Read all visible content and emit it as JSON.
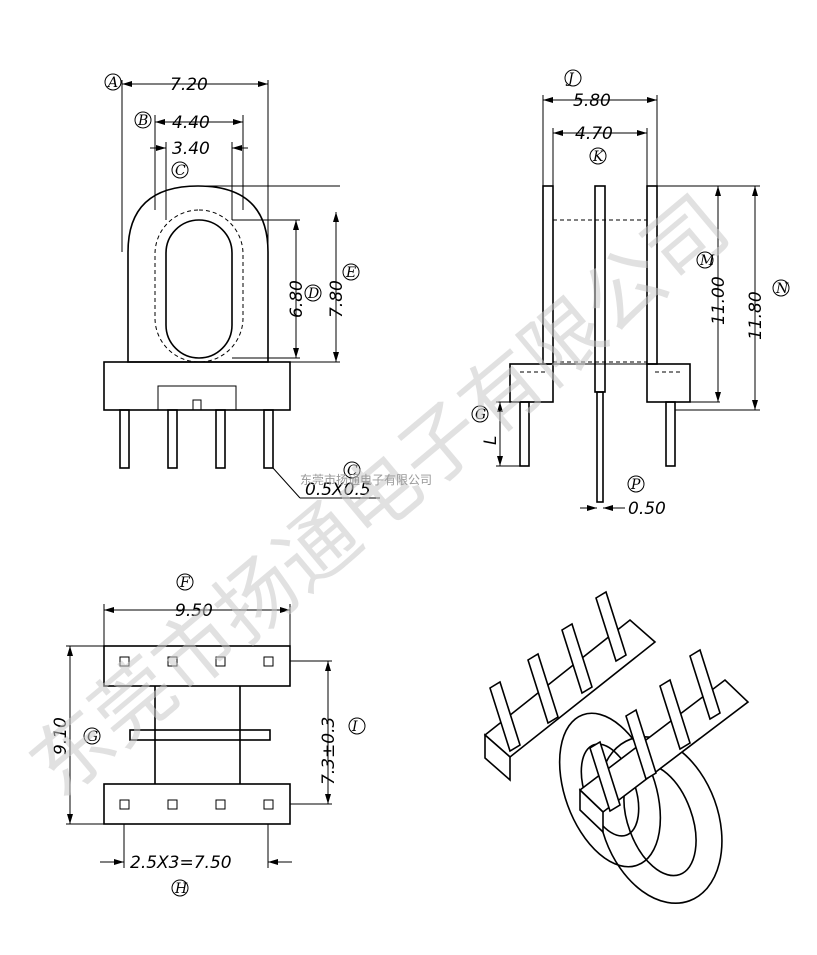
{
  "watermark": {
    "text": "东莞市扬通电子有限公司",
    "small_text": "东莞市扬通电子有限公司"
  },
  "top_left_view": {
    "dim_A": "7.20",
    "dim_B": "4.40",
    "dim_C": "3.40",
    "dim_D": "6.80",
    "dim_E": "7.80",
    "pin_size": "0.5X0.5",
    "labels": {
      "A": "A",
      "B": "B",
      "C": "C",
      "D": "D",
      "E": "E",
      "pin": "C"
    }
  },
  "top_right_view": {
    "dim_J": "5.80",
    "dim_K": "4.70",
    "dim_M": "11.00",
    "dim_N": "11.80",
    "dim_P": "0.50",
    "dim_L": "L",
    "labels": {
      "J": "J",
      "K": "K",
      "M": "M",
      "N": "N",
      "P": "P",
      "G": "G"
    }
  },
  "bottom_left_view": {
    "dim_F": "9.50",
    "dim_G": "9.10",
    "dim_I": "7.3±0.3",
    "dim_H": "2.5X3=7.50",
    "labels": {
      "F": "F",
      "G": "G",
      "H": "H",
      "I": "I"
    }
  }
}
